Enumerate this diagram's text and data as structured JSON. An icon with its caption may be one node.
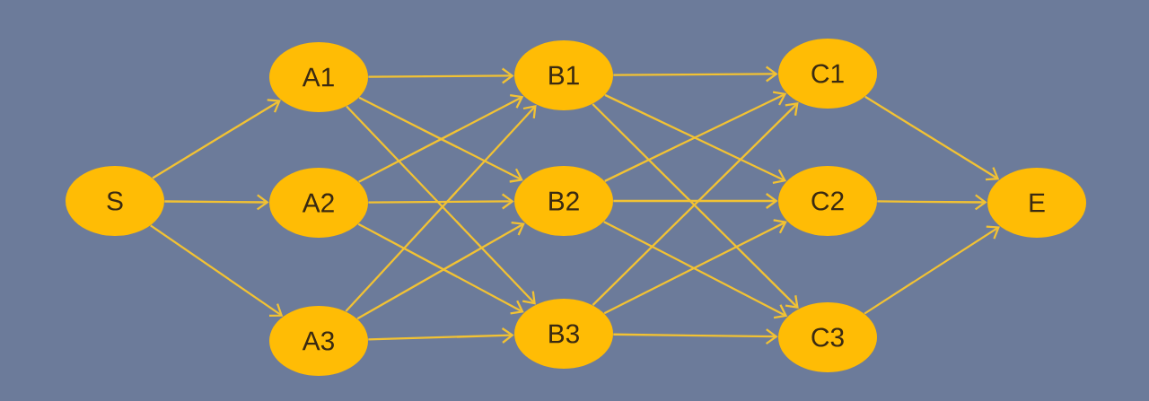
{
  "diagram": {
    "nodes": [
      {
        "text": [
          "S"
        ]
      },
      {
        "text": [
          "A1"
        ]
      },
      {
        "text": [
          "A2"
        ]
      },
      {
        "text": [
          "A3"
        ]
      },
      {
        "text": [
          "B1"
        ]
      },
      {
        "text": [
          "B2"
        ]
      },
      {
        "text": [
          "B3"
        ]
      },
      {
        "text": [
          "C1"
        ]
      },
      {
        "text": [
          "C2"
        ]
      },
      {
        "text": [
          "C3"
        ]
      },
      {
        "text": [
          "E"
        ]
      }
    ],
    "edges": [
      {
        "from": 0,
        "to": 1,
        "arrow": "to"
      },
      {
        "from": 0,
        "to": 2,
        "arrow": "to"
      },
      {
        "from": 0,
        "to": 3,
        "arrow": "to"
      },
      {
        "from": 1,
        "to": 4,
        "arrow": "to"
      },
      {
        "from": 1,
        "to": 5,
        "arrow": "to"
      },
      {
        "from": 1,
        "to": 6,
        "arrow": "to"
      },
      {
        "from": 2,
        "to": 4,
        "arrow": "to"
      },
      {
        "from": 2,
        "to": 5,
        "arrow": "to"
      },
      {
        "from": 2,
        "to": 6,
        "arrow": "to"
      },
      {
        "from": 3,
        "to": 4,
        "arrow": "to"
      },
      {
        "from": 3,
        "to": 5,
        "arrow": "to"
      },
      {
        "from": 3,
        "to": 6,
        "arrow": "to"
      },
      {
        "from": 4,
        "to": 7,
        "arrow": "to"
      },
      {
        "from": 4,
        "to": 8,
        "arrow": "to"
      },
      {
        "from": 4,
        "to": 9,
        "arrow": "to"
      },
      {
        "from": 5,
        "to": 7,
        "arrow": "to"
      },
      {
        "from": 5,
        "to": 8,
        "arrow": "to"
      },
      {
        "from": 5,
        "to": 9,
        "arrow": "to"
      },
      {
        "from": 6,
        "to": 7,
        "arrow": "to"
      },
      {
        "from": 6,
        "to": 8,
        "arrow": "to"
      },
      {
        "from": 6,
        "to": 9,
        "arrow": "to"
      },
      {
        "from": 7,
        "to": 10,
        "arrow": "to"
      },
      {
        "from": 8,
        "to": 10,
        "arrow": "to"
      },
      {
        "from": 9,
        "to": 10,
        "arrow": "to"
      }
    ]
  }
}
